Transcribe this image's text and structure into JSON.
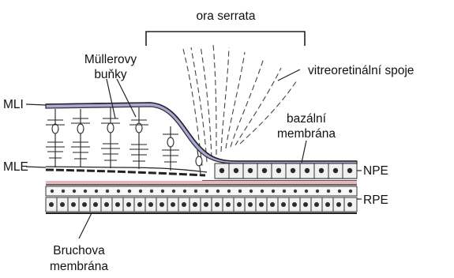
{
  "diagram": {
    "labels": {
      "ora_serrata": "ora serrata",
      "mullerovy_line1": "Müllerovy",
      "mullerovy_line2": "buňky",
      "vitreoretinal": "vitreoretinální spoje",
      "mli": "MLI",
      "mle": "MLE",
      "bazalni_line1": "bazální",
      "bazalni_line2": "membrána",
      "npe": "NPE",
      "rpe": "RPE",
      "bruchova_line1": "Bruchova",
      "bruchova_line2": "membrána"
    },
    "colors": {
      "inner_limiting_membrane": "#a9a8d9",
      "rpe_band": "#e3b8bd",
      "line": "#222222"
    }
  }
}
